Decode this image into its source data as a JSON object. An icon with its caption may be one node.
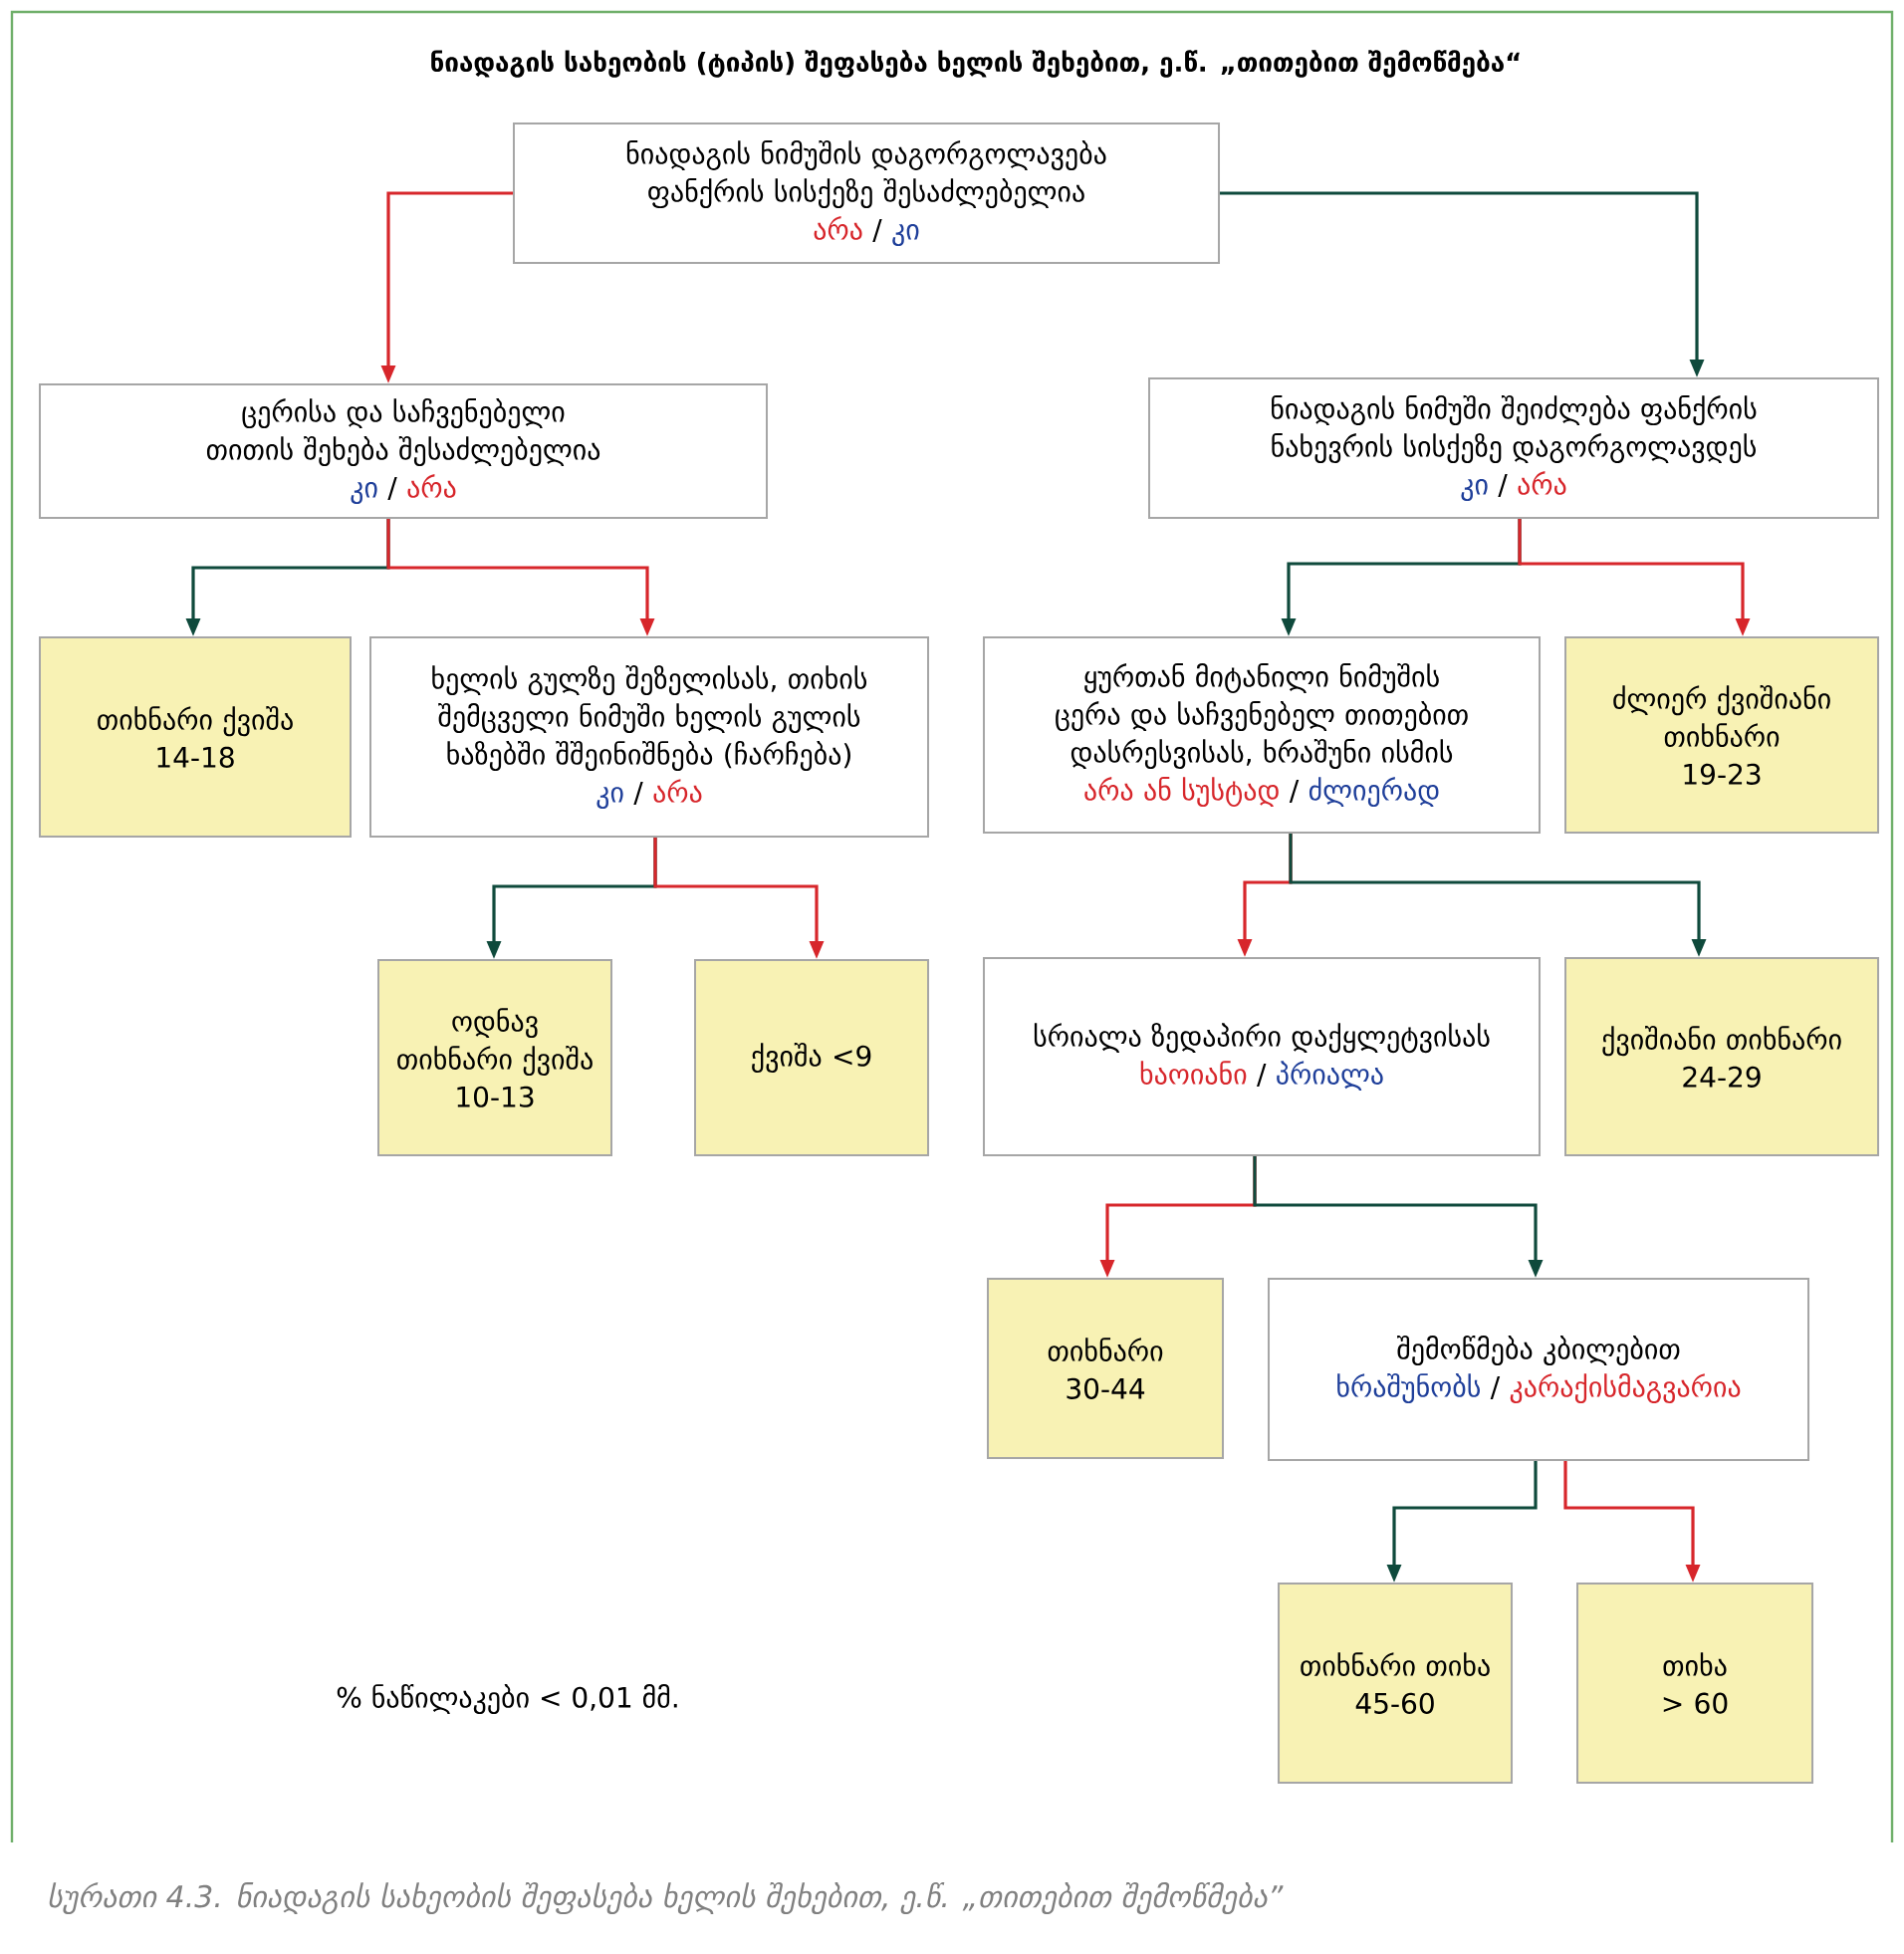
{
  "diagram": {
    "title": "ნიადაგის სახეობის (ტიპის) შეფასება ხელის შეხებით, ე.წ. „თითებით შემოწმება“",
    "caption": "სურათი 4.3. ნიადაგის სახეობის შეფასება ხელის შეხებით, ე.წ. „თითებით შემოწმება”",
    "nodes": [
      {
        "text": [
          "ნიადაგის ნიმუშის დაგორგოლავება ფანქრის სისქეზე შესაძლებელია",
          "არა",
          "/",
          "კი"
        ]
      },
      {
        "text": [
          "ცერისა და საჩვენებელი თითის შეხება შესაძლებელია",
          "კი",
          "/",
          "არა"
        ]
      },
      {
        "text": [
          "ნიადაგის ნიმუში შეიძლება ფანქრის ნახევრის სისქეზე დაგორგოლავდეს",
          "კი",
          "/",
          "არა"
        ]
      },
      {
        "text": [
          "თიხნარი ქვიშა",
          "14-18"
        ]
      },
      {
        "text": [
          "ხელის გულზე შეზელისას, თიხის შემცველი ნიმუში ხელის გულის ხაზებში შშეინიშნება (ჩარჩება)",
          "კი",
          "/",
          "არა"
        ]
      },
      {
        "text": [
          "ოდნავ თიხნარი ქვიშა",
          "10-13"
        ]
      },
      {
        "text": [
          "ქვიშა <9"
        ]
      },
      {
        "text": [
          "ყურთან მიტანილი ნიმუშის ცერა და საჩვენებელ თითებით დასრესვისას, ხრაშუნი ისმის",
          "არა ან სუსტად",
          "/",
          "ძლიერად"
        ]
      },
      {
        "text": [
          "ძლიერ ქვიშიანი თიხნარი",
          "19-23"
        ]
      },
      {
        "text": [
          "სრიალა ზედაპირი დაქყლეტვისას",
          "ხაოიანი",
          "/",
          "პრიალა"
        ]
      },
      {
        "text": [
          "ქვიშიანი თიხნარი",
          "24-29"
        ]
      },
      {
        "text": [
          "თიხნარი",
          "30-44"
        ]
      },
      {
        "text": [
          "შემოწმება კბილებით",
          "ხრაშუნობს",
          "/",
          "კარაქისმაგვარია"
        ]
      },
      {
        "text": [
          "თიხნარი თიხა",
          "45-60"
        ]
      },
      {
        "text": [
          "თიხა",
          "> 60"
        ]
      }
    ],
    "edges": [
      {
        "from": 0,
        "to": 1,
        "arrow": "to",
        "color": "#d7262b"
      },
      {
        "from": 0,
        "to": 2,
        "arrow": "to",
        "color": "#0f4a3c"
      },
      {
        "from": 1,
        "to": 3,
        "arrow": "to",
        "color": "#0f4a3c"
      },
      {
        "from": 1,
        "to": 4,
        "arrow": "to",
        "color": "#d7262b"
      },
      {
        "from": 4,
        "to": 5,
        "arrow": "to",
        "color": "#0f4a3c"
      },
      {
        "from": 4,
        "to": 6,
        "arrow": "to",
        "color": "#d7262b"
      },
      {
        "from": 2,
        "to": 7,
        "arrow": "to",
        "color": "#0f4a3c"
      },
      {
        "from": 2,
        "to": 8,
        "arrow": "to",
        "color": "#d7262b"
      },
      {
        "from": 7,
        "to": 9,
        "arrow": "to",
        "color": "#d7262b"
      },
      {
        "from": 7,
        "to": 10,
        "arrow": "to",
        "color": "#0f4a3c"
      },
      {
        "from": 9,
        "to": 11,
        "arrow": "to",
        "color": "#d7262b"
      },
      {
        "from": 9,
        "to": 12,
        "arrow": "to",
        "color": "#0f4a3c"
      },
      {
        "from": 12,
        "to": 13,
        "arrow": "to",
        "color": "#0f4a3c"
      },
      {
        "from": 12,
        "to": 14,
        "arrow": "to",
        "color": "#d7262b"
      }
    ],
    "labels": [
      "% ნაწილაკები < 0,01 მმ."
    ]
  }
}
